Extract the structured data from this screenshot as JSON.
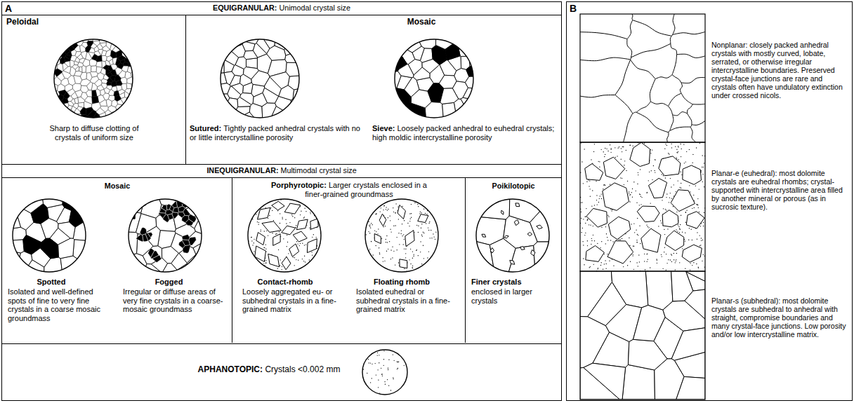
{
  "diagram": {
    "nodes": [
      {
        "text": [
          "A"
        ]
      },
      {
        "text": [
          "EQUIGRANULAR:",
          "Unimodal crystal size"
        ],
        "in": 0
      },
      {
        "text": [
          "Peloidal",
          "Sharp to diffuse clotting of crystals of uniform size"
        ],
        "in": 1
      },
      {
        "text": [
          "Mosaic",
          "Sutured:",
          "Tightly packed anhedral crystals with no or little intercrystalline porosity",
          "Sieve:",
          "Loosely packed anhedral to euhedral crystals; high moldic intercrystalline porosity"
        ],
        "in": 1
      },
      {
        "text": [
          "INEQUIGRANULAR:",
          "Multimodal crystal size"
        ],
        "in": 0
      },
      {
        "text": [
          "Mosaic",
          "Spotted",
          "Isolated and well-defined spots of fine to very fine crystals in a coarse mosaic groundmass",
          "Fogged",
          "Irregular or diffuse areas of very fine crystals in a coarse-mosaic groundmass"
        ],
        "in": 4
      },
      {
        "text": [
          "Porphyrotopic:",
          "Larger crystals enclosed in a finer-grained groundmass",
          "Contact-rhomb",
          "Loosely aggregated eu- or subhedral crystals in a fine-grained matrix",
          "Floating rhomb",
          "Isolated euhedral or subhedral crystals in a fine-grained matrix"
        ],
        "in": 4
      },
      {
        "text": [
          "Poikilotopic",
          "Finer crystals",
          "enclosed in larger crystals"
        ],
        "in": 4
      },
      {
        "text": [
          "APHANOTOPIC:",
          "Crystals <0.002 mm"
        ],
        "in": 0
      },
      {
        "text": [
          "B",
          "Nonplanar: closely packed anhedral crystals with mostly curved, lobate, serrated, or otherwise irregular intercrystalline boundaries. Preserved crystal-face junctions are rare and crystals often have undulatory extinction under crossed nicols.",
          "Planar-e (euhedral): most dolomite crystals are euhedral rhombs; crystal-supported with intercrystalline area filled by another mineral or porous (as in sucrosic texture).",
          "Planar-s (subhedral): most dolomite crystals are subhedral to anhedral with straight, compromise boundaries and many crystal-face junctions. Low porosity and/or low intercrystalline matrix."
        ]
      }
    ]
  }
}
